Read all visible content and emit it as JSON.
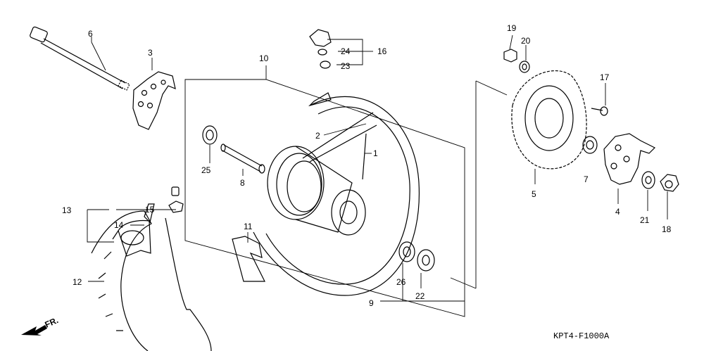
{
  "diagram": {
    "code": "KPT4-F1000A",
    "direction": "FR.",
    "callouts": [
      {
        "id": "c1",
        "text": "1"
      },
      {
        "id": "c2",
        "text": "2"
      },
      {
        "id": "c3",
        "text": "3"
      },
      {
        "id": "c4",
        "text": "4"
      },
      {
        "id": "c5",
        "text": "5"
      },
      {
        "id": "c6",
        "text": "6"
      },
      {
        "id": "c7",
        "text": "7"
      },
      {
        "id": "c8",
        "text": "8"
      },
      {
        "id": "c9",
        "text": "9"
      },
      {
        "id": "c10",
        "text": "10"
      },
      {
        "id": "c11",
        "text": "11"
      },
      {
        "id": "c12",
        "text": "12"
      },
      {
        "id": "c13",
        "text": "13"
      },
      {
        "id": "c14",
        "text": "14"
      },
      {
        "id": "c15",
        "text": "15"
      },
      {
        "id": "c16",
        "text": "16"
      },
      {
        "id": "c17",
        "text": "17"
      },
      {
        "id": "c18a",
        "text": "18"
      },
      {
        "id": "c18b",
        "text": "18"
      },
      {
        "id": "c19",
        "text": "19"
      },
      {
        "id": "c20",
        "text": "20"
      },
      {
        "id": "c21",
        "text": "21"
      },
      {
        "id": "c22",
        "text": "22"
      },
      {
        "id": "c23",
        "text": "23"
      },
      {
        "id": "c24",
        "text": "24"
      },
      {
        "id": "c25",
        "text": "25"
      },
      {
        "id": "c26",
        "text": "26"
      }
    ]
  }
}
